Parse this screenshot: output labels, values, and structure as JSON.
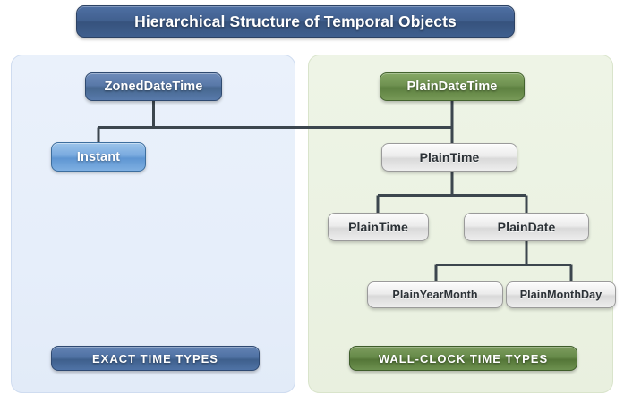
{
  "title": "Hierarchical Structure of Temporal Objects",
  "panels": {
    "left": {
      "name": "exact-time-panel",
      "badge": "EXACT TIME TYPES",
      "accent": "#46678f",
      "background": "#e6eefa",
      "nodes": [
        {
          "id": "zoned-date-time",
          "label": "ZonedDateTime",
          "style": "blue-dark"
        },
        {
          "id": "instant",
          "label": "Instant",
          "style": "blue-light"
        }
      ]
    },
    "right": {
      "name": "wall-clock-time-panel",
      "badge": "WALL-CLOCK TIME TYPES",
      "accent": "#5d8040",
      "background": "#ebf2e2",
      "nodes": [
        {
          "id": "plain-date-time",
          "label": "PlainDateTime",
          "style": "green"
        },
        {
          "id": "plain-time-top",
          "label": "PlainTime",
          "style": "gray"
        },
        {
          "id": "plain-time",
          "label": "PlainTime",
          "style": "gray"
        },
        {
          "id": "plain-date",
          "label": "PlainDate",
          "style": "gray"
        },
        {
          "id": "plain-year-month",
          "label": "PlainYearMonth",
          "style": "gray"
        },
        {
          "id": "plain-month-day",
          "label": "PlainMonthDay",
          "style": "gray"
        }
      ]
    }
  },
  "connectors": {
    "color": "#3c464e",
    "edges": [
      {
        "from": "zoned-date-time",
        "to": "instant"
      },
      {
        "from": "zoned-date-time",
        "to": "plain-date-time"
      },
      {
        "from": "plain-date-time",
        "to": "plain-time-top"
      },
      {
        "from": "plain-time-top",
        "to": "plain-time"
      },
      {
        "from": "plain-time-top",
        "to": "plain-date"
      },
      {
        "from": "plain-date",
        "to": "plain-year-month"
      },
      {
        "from": "plain-date",
        "to": "plain-month-day"
      }
    ]
  }
}
